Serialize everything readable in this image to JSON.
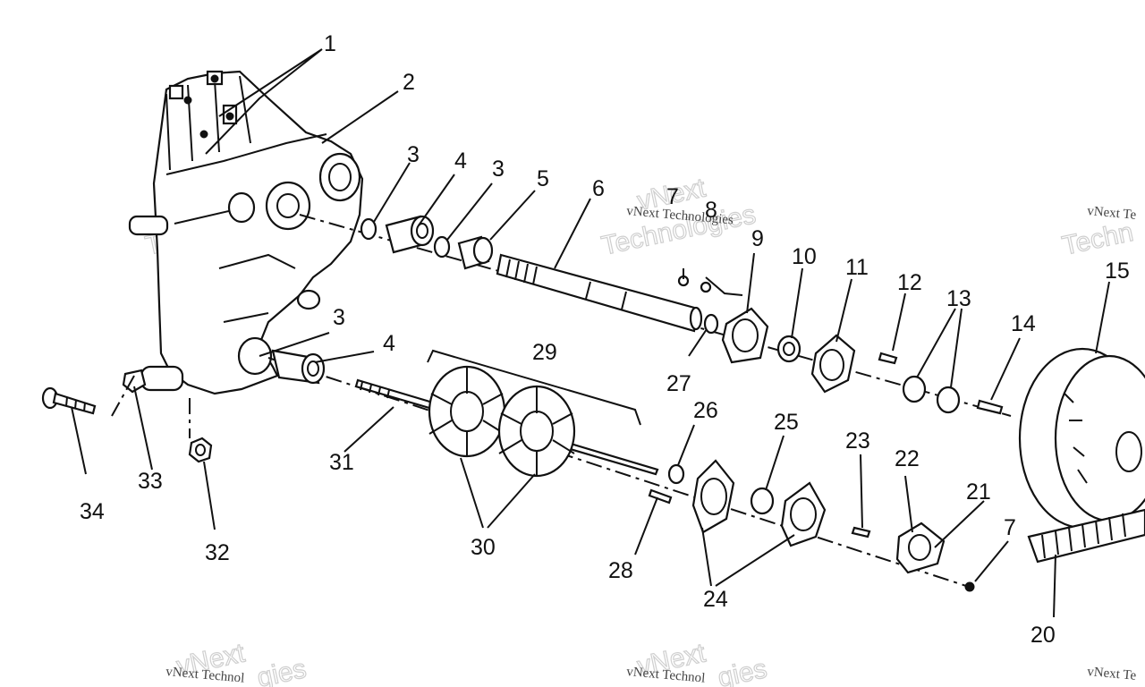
{
  "diagram": {
    "callouts": [
      "1",
      "2",
      "3",
      "4",
      "3",
      "5",
      "6",
      "7",
      "8",
      "9",
      "10",
      "11",
      "12",
      "13",
      "14",
      "15",
      "3",
      "4",
      "29",
      "27",
      "26",
      "25",
      "23",
      "22",
      "21",
      "7",
      "31",
      "33",
      "34",
      "32",
      "30",
      "28",
      "24",
      "20"
    ],
    "watermarks": {
      "brand_small": "vNext Technologies",
      "brand_big_top": "vNext",
      "brand_big_bottom": "Technologies",
      "edge_small_right": "vNext Te",
      "edge_big_right": "Techn",
      "bottom_left_small": "vNext Technol",
      "bottom_mid_small": "vNext Technol",
      "bottom_right_small": "vNext Te",
      "bottom_big_left_top": "vNext",
      "bottom_big_left_bottom": "gies",
      "bottom_big_mid_top": "vNext",
      "bottom_big_mid_bottom": "gies"
    }
  }
}
